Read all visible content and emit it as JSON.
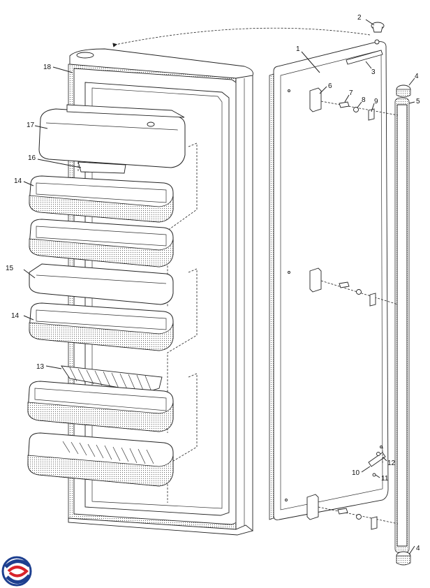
{
  "callouts": [
    {
      "id": "c1",
      "text": "1"
    },
    {
      "id": "c2",
      "text": "2"
    },
    {
      "id": "c3",
      "text": "3"
    },
    {
      "id": "c4a",
      "text": "4"
    },
    {
      "id": "c4b",
      "text": "4"
    },
    {
      "id": "c5",
      "text": "5"
    },
    {
      "id": "c6",
      "text": "6"
    },
    {
      "id": "c7",
      "text": "7"
    },
    {
      "id": "c8",
      "text": "8"
    },
    {
      "id": "c9",
      "text": "9"
    },
    {
      "id": "c10",
      "text": "10"
    },
    {
      "id": "c11",
      "text": "11"
    },
    {
      "id": "c12",
      "text": "12"
    },
    {
      "id": "c13",
      "text": "13"
    },
    {
      "id": "c14a",
      "text": "14"
    },
    {
      "id": "c14b",
      "text": "14"
    },
    {
      "id": "c15",
      "text": "15"
    },
    {
      "id": "c16",
      "text": "16"
    },
    {
      "id": "c17",
      "text": "17"
    },
    {
      "id": "c18",
      "text": "18"
    }
  ],
  "logo": {
    "icon": "brand-swirl-logo",
    "colors": [
      "#1d3f8f",
      "#d8232a"
    ]
  }
}
